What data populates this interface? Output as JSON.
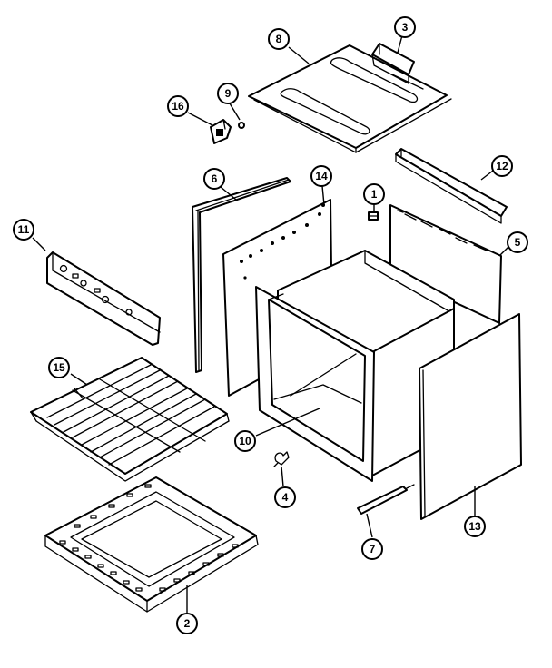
{
  "callouts": [
    {
      "id": "8",
      "label": "8"
    },
    {
      "id": "3",
      "label": "3"
    },
    {
      "id": "16",
      "label": "16"
    },
    {
      "id": "9",
      "label": "9"
    },
    {
      "id": "6",
      "label": "6"
    },
    {
      "id": "14",
      "label": "14"
    },
    {
      "id": "1",
      "label": "1"
    },
    {
      "id": "12",
      "label": "12"
    },
    {
      "id": "11",
      "label": "11"
    },
    {
      "id": "5",
      "label": "5"
    },
    {
      "id": "15",
      "label": "15"
    },
    {
      "id": "10",
      "label": "10"
    },
    {
      "id": "4",
      "label": "4"
    },
    {
      "id": "7",
      "label": "7"
    },
    {
      "id": "13",
      "label": "13"
    },
    {
      "id": "2",
      "label": "2"
    }
  ]
}
